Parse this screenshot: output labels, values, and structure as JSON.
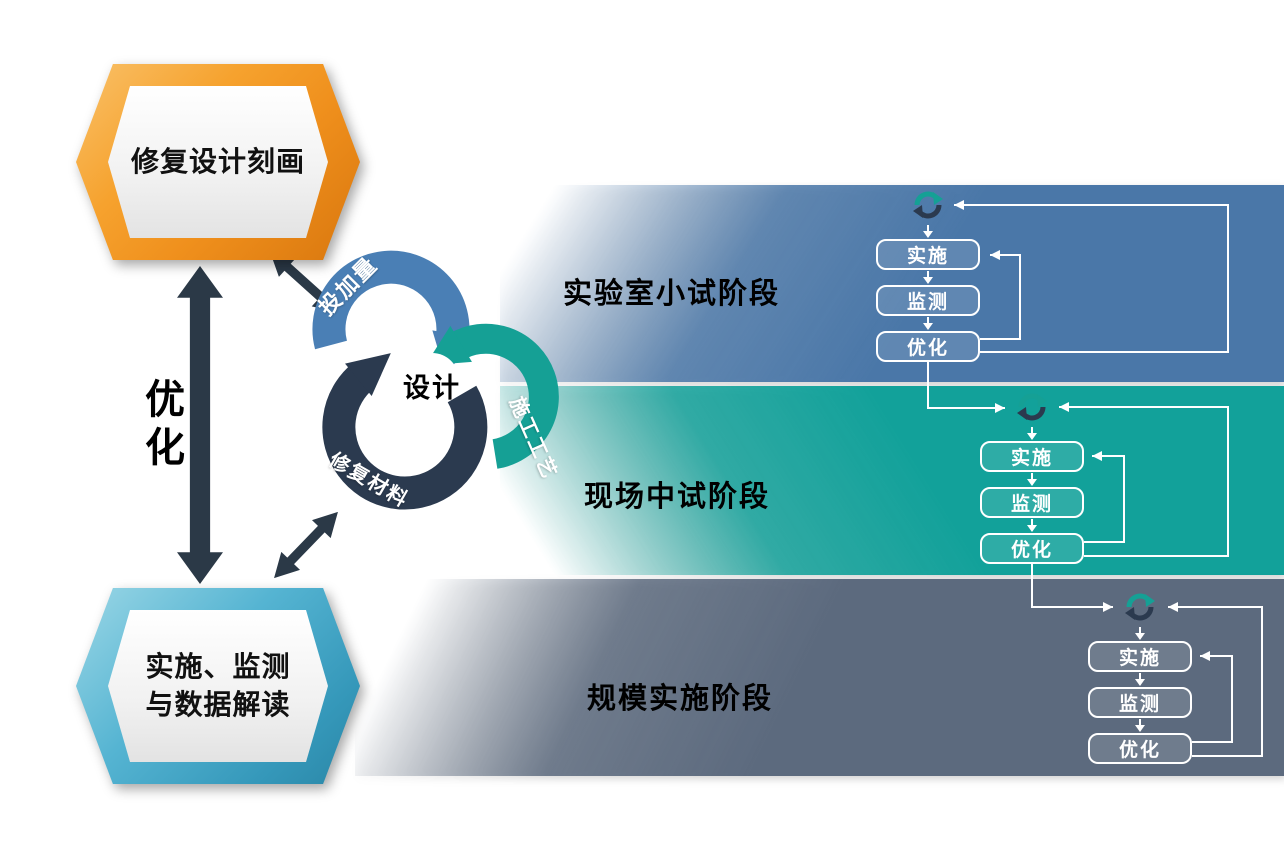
{
  "left_flow": {
    "design_box": "修复设计刻画",
    "optimize_link": "优化",
    "implement_box": "实施、监测\n与数据解读"
  },
  "design_cycle": {
    "center": "设计",
    "factors": [
      {
        "label": "投加量",
        "color": "#4a7fb5"
      },
      {
        "label": "施工工艺",
        "color": "#15a095"
      },
      {
        "label": "修复材料",
        "color": "#2b3a4f"
      }
    ]
  },
  "stages": [
    {
      "name": "实验室小试阶段",
      "color": "#4a77a8",
      "steps": [
        "实施",
        "监测",
        "优化"
      ]
    },
    {
      "name": "现场中试阶段",
      "color": "#12a19a",
      "steps": [
        "实施",
        "监测",
        "优化"
      ]
    },
    {
      "name": "规模实施阶段",
      "color": "#5c6a7e",
      "steps": [
        "实施",
        "监测",
        "优化"
      ]
    }
  ],
  "colors": {
    "hex_top": "#f59f2c",
    "hex_bottom": "#4fb0cf",
    "dark_arrow": "#2b3947",
    "connector": "#ffffff"
  }
}
